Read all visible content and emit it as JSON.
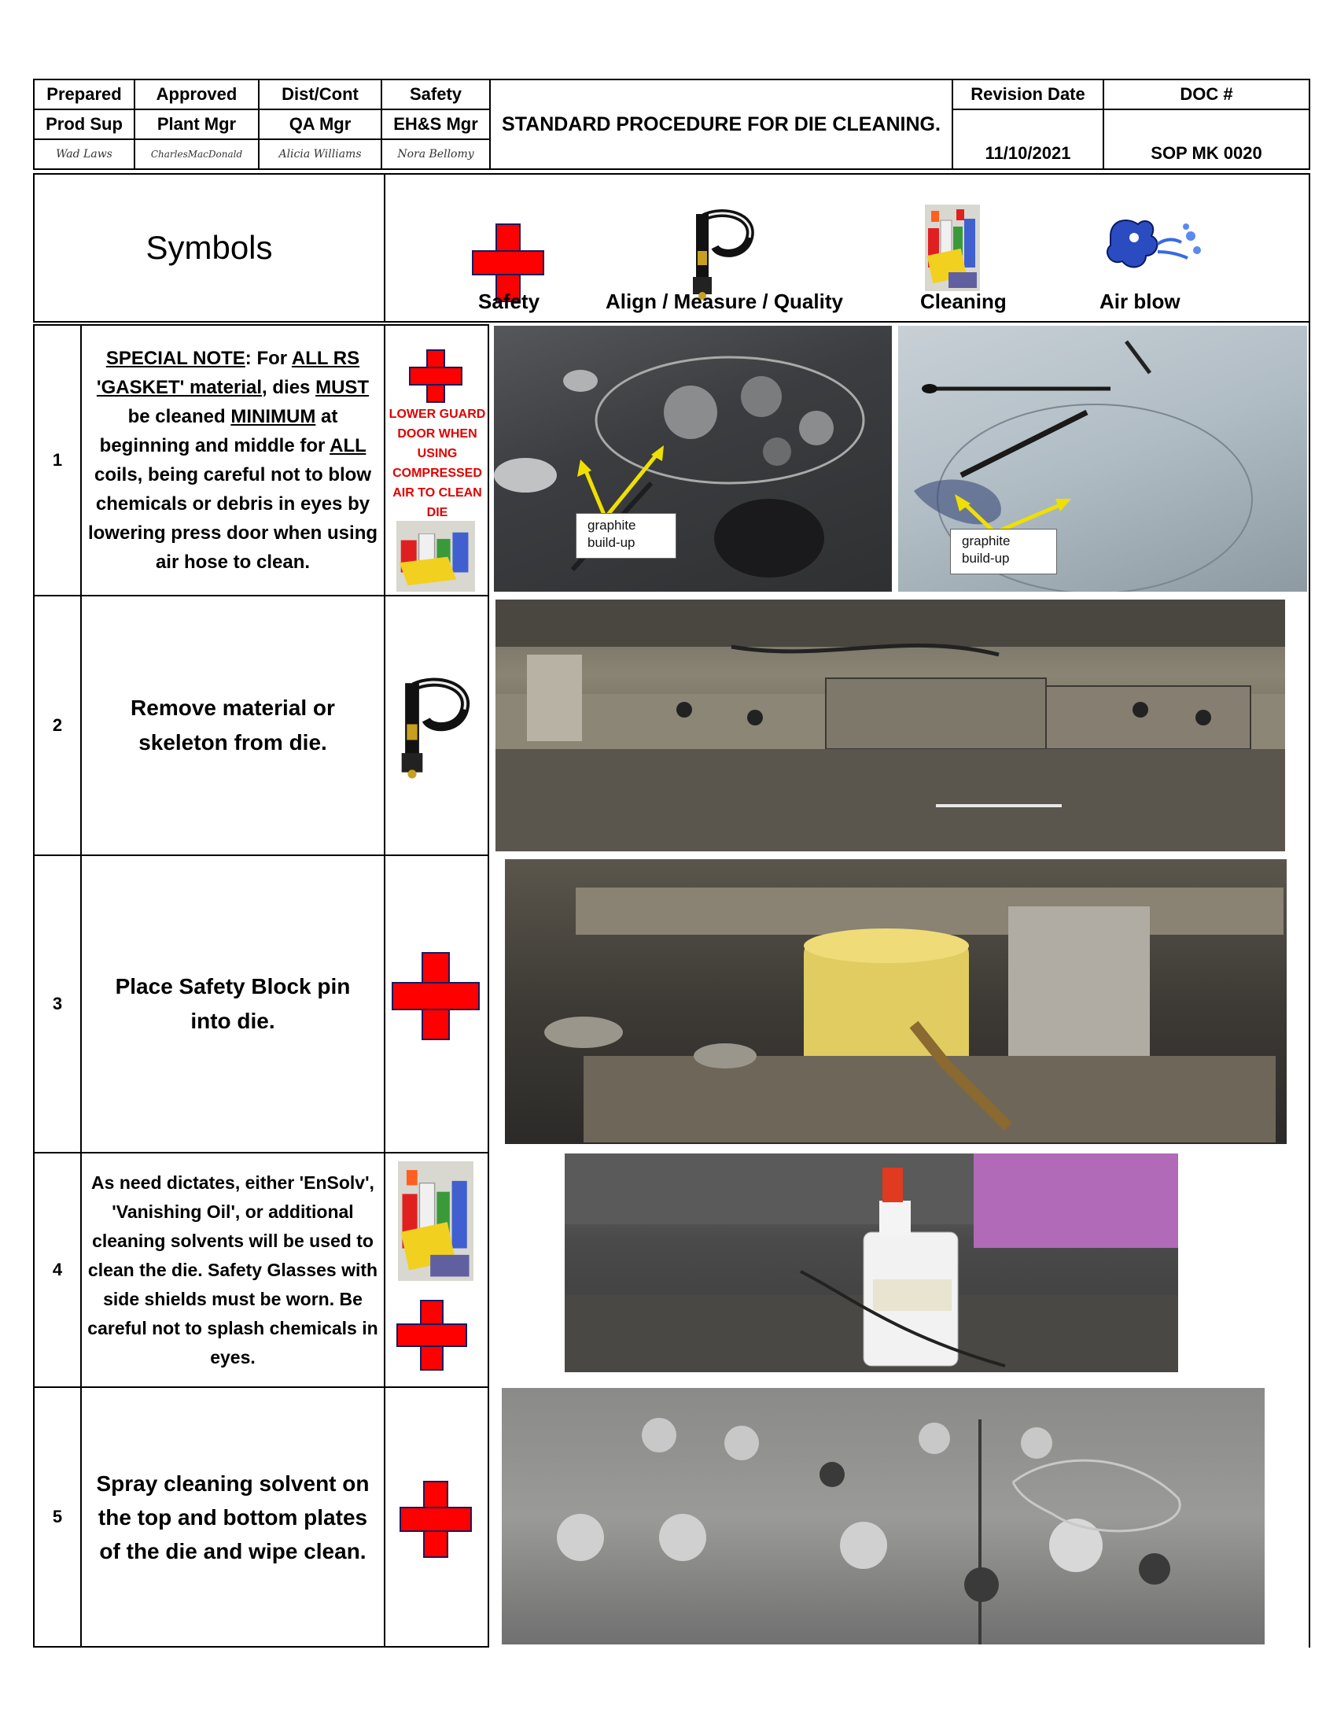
{
  "header": {
    "prepared_label": "Prepared",
    "approved_label": "Approved",
    "dist_label": "Dist/Cont",
    "safety_label": "Safety",
    "prepared_role": "Prod Sup",
    "approved_role": "Plant Mgr",
    "dist_role": "QA Mgr",
    "safety_role": "EH&S Mgr",
    "signatures": [
      "Wad Laws",
      "CharlesMacDonald",
      "Alicia Williams",
      "Nora Bellomy"
    ],
    "title": "STANDARD PROCEDURE FOR DIE CLEANING.",
    "revision_label": "Revision Date",
    "revision_value": "11/10/2021",
    "doc_label": "DOC #",
    "doc_value": "SOP MK 0020"
  },
  "symbols": {
    "heading": "Symbols",
    "items": [
      {
        "label": "Safety",
        "icon": "red-cross-icon"
      },
      {
        "label": "Align / Measure / Quality",
        "icon": "caliper-icon"
      },
      {
        "label": "Cleaning",
        "icon": "cleaning-supplies-icon"
      },
      {
        "label": "Air blow",
        "icon": "air-blow-icon"
      }
    ]
  },
  "steps": [
    {
      "number": "1",
      "text_parts": [
        "SPECIAL NOTE",
        ": For ",
        "ALL RS",
        " ",
        "'GASKET' material",
        ", dies ",
        "MUST",
        " be cleaned ",
        "MINIMUM",
        " at beginning and middle for ",
        "ALL",
        " coils, being careful not to blow chemicals or debris in eyes by lowering press door when using air hose to clean."
      ],
      "warning": "LOWER GUARD DOOR WHEN USING COMPRESSED AIR TO CLEAN DIE",
      "icons": [
        "red-cross-icon",
        "cleaning-supplies-icon"
      ],
      "callouts": [
        "graphite build-up",
        "graphite build-up"
      ]
    },
    {
      "number": "2",
      "text": "Remove material or skeleton from die.",
      "icons": [
        "caliper-icon"
      ]
    },
    {
      "number": "3",
      "text": "Place Safety Block pin into die.",
      "icons": [
        "red-cross-icon"
      ]
    },
    {
      "number": "4",
      "text": "As need dictates, either 'EnSolv', 'Vanishing Oil', or additional cleaning solvents will be used to clean the die. Safety Glasses with side shields must be worn. Be careful not to splash chemicals in eyes.",
      "icons": [
        "cleaning-supplies-icon",
        "red-cross-icon"
      ]
    },
    {
      "number": "5",
      "text": "Spray cleaning solvent on the top and bottom plates of the die and wipe clean.",
      "icons": [
        "red-cross-icon"
      ]
    }
  ],
  "colors": {
    "safety_red": "#ff0000",
    "warning_red": "#e00000"
  }
}
